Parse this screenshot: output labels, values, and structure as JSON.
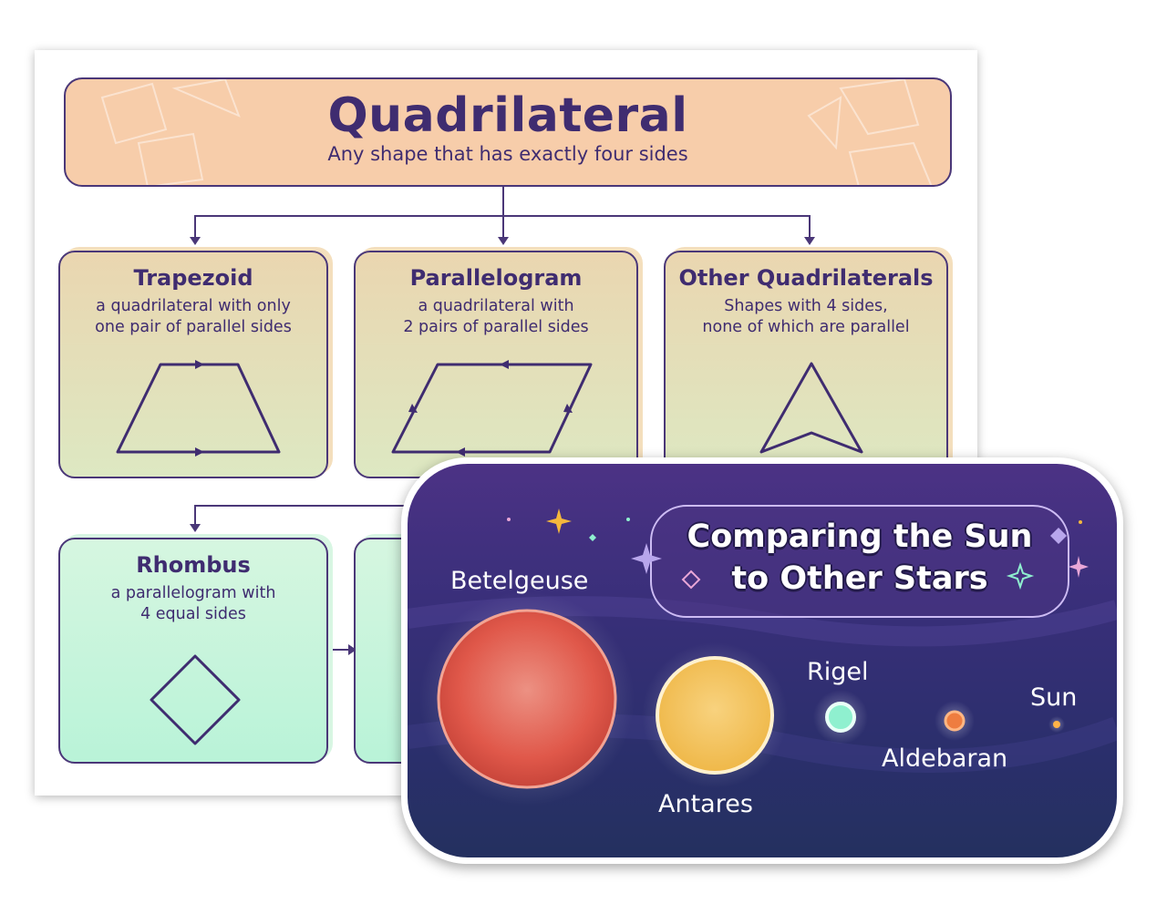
{
  "poster": {
    "title": "Quadrilateral",
    "subtitle": "Any shape that has exactly four sides",
    "cards": [
      {
        "title": "Trapezoid",
        "desc": "a quadrilateral with only\none pair of parallel sides",
        "shape": "trapezoid"
      },
      {
        "title": "Parallelogram",
        "desc": "a quadrilateral with\n2 pairs of parallel sides",
        "shape": "parallelogram"
      },
      {
        "title": "Other Quadrilaterals",
        "desc": "Shapes with 4 sides,\nnone of which are parallel",
        "shape": "dart"
      },
      {
        "title": "Rhombus",
        "desc": "a parallelogram with\n4 equal sides",
        "shape": "rhombus"
      }
    ]
  },
  "stars_card": {
    "title_line1": "Comparing the Sun",
    "title_line2": "to Other Stars",
    "stars": [
      {
        "name": "Betelgeuse",
        "color": "#e0584a"
      },
      {
        "name": "Antares",
        "color": "#f2c15a"
      },
      {
        "name": "Rigel",
        "color": "#8ff0cf"
      },
      {
        "name": "Aldebaran",
        "color": "#ee7d40"
      },
      {
        "name": "Sun",
        "color": "#ffb347"
      }
    ]
  },
  "colors": {
    "ink": "#3f2c70",
    "header_fill": "#f7cdaa",
    "card_beige": "#ead6b0",
    "card_mint": "#c6f5dc",
    "space_top": "#4c3285",
    "space_bottom": "#24305f"
  }
}
